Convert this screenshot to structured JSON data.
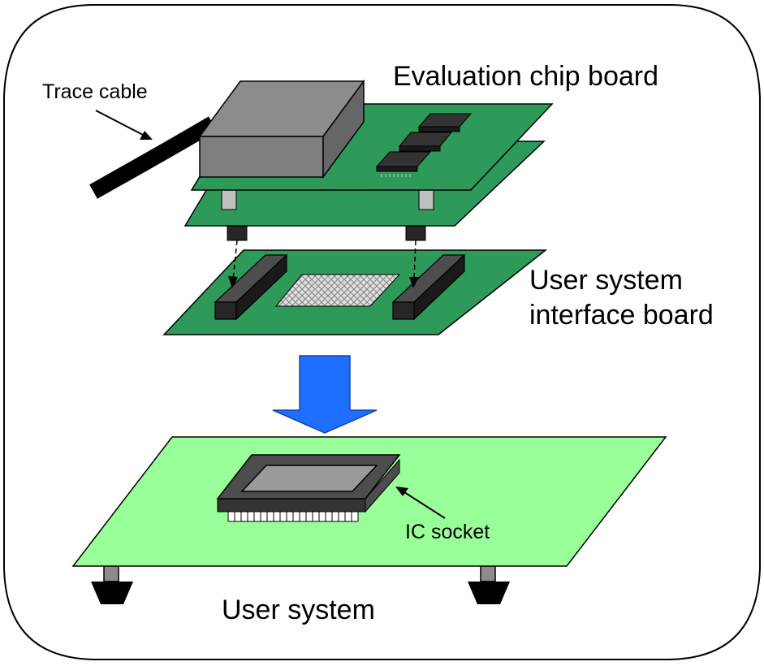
{
  "labels": {
    "evaluation_chip_board": "Evaluation chip board",
    "trace_cable": "Trace cable",
    "user_system_interface_board_line1": "User system",
    "user_system_interface_board_line2": "interface board",
    "ic_socket": "IC socket",
    "user_system": "User system"
  },
  "colors": {
    "pcb_dark_green": "#2e9a5a",
    "pcb_light_green": "#99ff99",
    "chip_box_gray": "#7f7f7f",
    "connector_black": "#333333",
    "arrow_blue": "#1e6fff",
    "outline": "#000000"
  }
}
